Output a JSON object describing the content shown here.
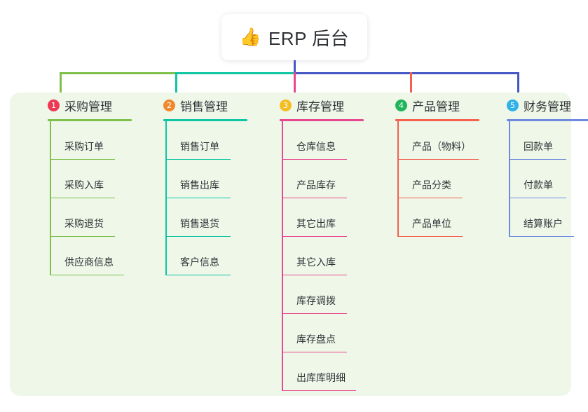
{
  "root": {
    "icon": "thumbs-up-icon",
    "emoji": "👍",
    "title": "ERP 后台"
  },
  "panel": {
    "background_color": "#eff7e9"
  },
  "connector_colors": {
    "stem": "#4656c4",
    "segment_purchase": "#7ec04a",
    "segment_sales": "#0ec5a4",
    "segment_right": "#4656c4",
    "drop_purchase": "#7ec04a",
    "drop_sales": "#0ec5a4",
    "drop_inventory": "#e8488f",
    "drop_product": "#f5604f",
    "drop_finance": "#4656c4"
  },
  "columns": [
    {
      "number": "1",
      "badge_color": "#ec3a55",
      "line_color": "#7ec04a",
      "title": "采购管理",
      "head_rule_width": 120,
      "items": [
        {
          "label": "采购订单",
          "rule_width": 93
        },
        {
          "label": "采购入库",
          "rule_width": 93
        },
        {
          "label": "采购退货",
          "rule_width": 93
        },
        {
          "label": "供应商信息",
          "rule_width": 106
        }
      ]
    },
    {
      "number": "2",
      "badge_color": "#f0892e",
      "line_color": "#0ec5a4",
      "title": "销售管理",
      "head_rule_width": 120,
      "items": [
        {
          "label": "销售订单",
          "rule_width": 93
        },
        {
          "label": "销售出库",
          "rule_width": 93
        },
        {
          "label": "销售退货",
          "rule_width": 93
        },
        {
          "label": "客户信息",
          "rule_width": 93
        }
      ]
    },
    {
      "number": "3",
      "badge_color": "#f5bd24",
      "line_color": "#e8488f",
      "title": "库存管理",
      "head_rule_width": 120,
      "items": [
        {
          "label": "仓库信息",
          "rule_width": 93
        },
        {
          "label": "产品库存",
          "rule_width": 93
        },
        {
          "label": "其它出库",
          "rule_width": 93
        },
        {
          "label": "其它入库",
          "rule_width": 93
        },
        {
          "label": "库存调拨",
          "rule_width": 93
        },
        {
          "label": "库存盘点",
          "rule_width": 93
        },
        {
          "label": "出库库明细",
          "rule_width": 106
        }
      ]
    },
    {
      "number": "4",
      "badge_color": "#21b55a",
      "line_color": "#f5604f",
      "title": "产品管理",
      "head_rule_width": 120,
      "items": [
        {
          "label": "产品（物料）",
          "rule_width": 116
        },
        {
          "label": "产品分类",
          "rule_width": 93
        },
        {
          "label": "产品单位",
          "rule_width": 93
        }
      ]
    },
    {
      "number": "5",
      "badge_color": "#2fb2e8",
      "line_color": "#6d8ade",
      "title": "财务管理",
      "head_rule_width": 120,
      "items": [
        {
          "label": "回款单",
          "rule_width": 82
        },
        {
          "label": "付款单",
          "rule_width": 82
        },
        {
          "label": "结算账户",
          "rule_width": 93
        }
      ]
    }
  ]
}
